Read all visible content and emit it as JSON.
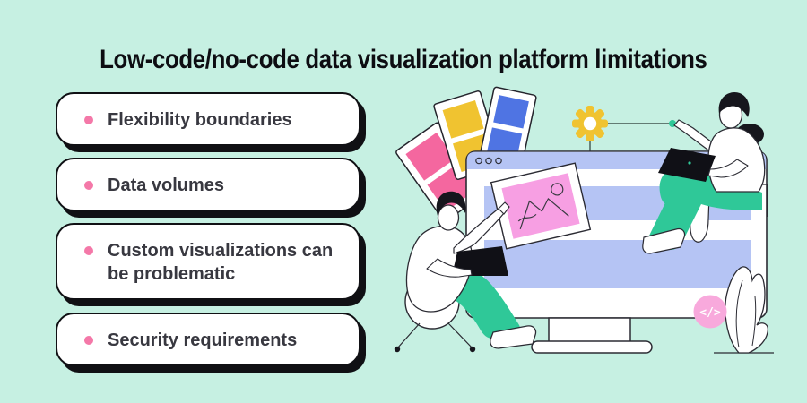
{
  "title": "Low-code/no-code data visualization platform limitations",
  "list": {
    "items": [
      {
        "label": "Flexibility boundaries"
      },
      {
        "label": "Data volumes"
      },
      {
        "label": "Custom visualizations can be problematic"
      },
      {
        "label": "Security requirements"
      }
    ]
  },
  "illustration": {
    "code_badge_label": "</>"
  },
  "colors": {
    "background": "#c6f0e2",
    "card_background": "#ffffff",
    "card_border": "#101014",
    "bullet_pink": "#f478a8",
    "text_dark": "#383840",
    "accent_green": "#2fc898",
    "periwinkle": "#b5c4f4",
    "photo_pink": "#f4679f",
    "photo_yellow": "#f0c330",
    "photo_blue": "#4f74e3",
    "image_card_pink": "#f79fe3",
    "badge_pink": "#f8a9dc",
    "gear_yellow": "#f0c330",
    "outline": "#2b2b33"
  }
}
